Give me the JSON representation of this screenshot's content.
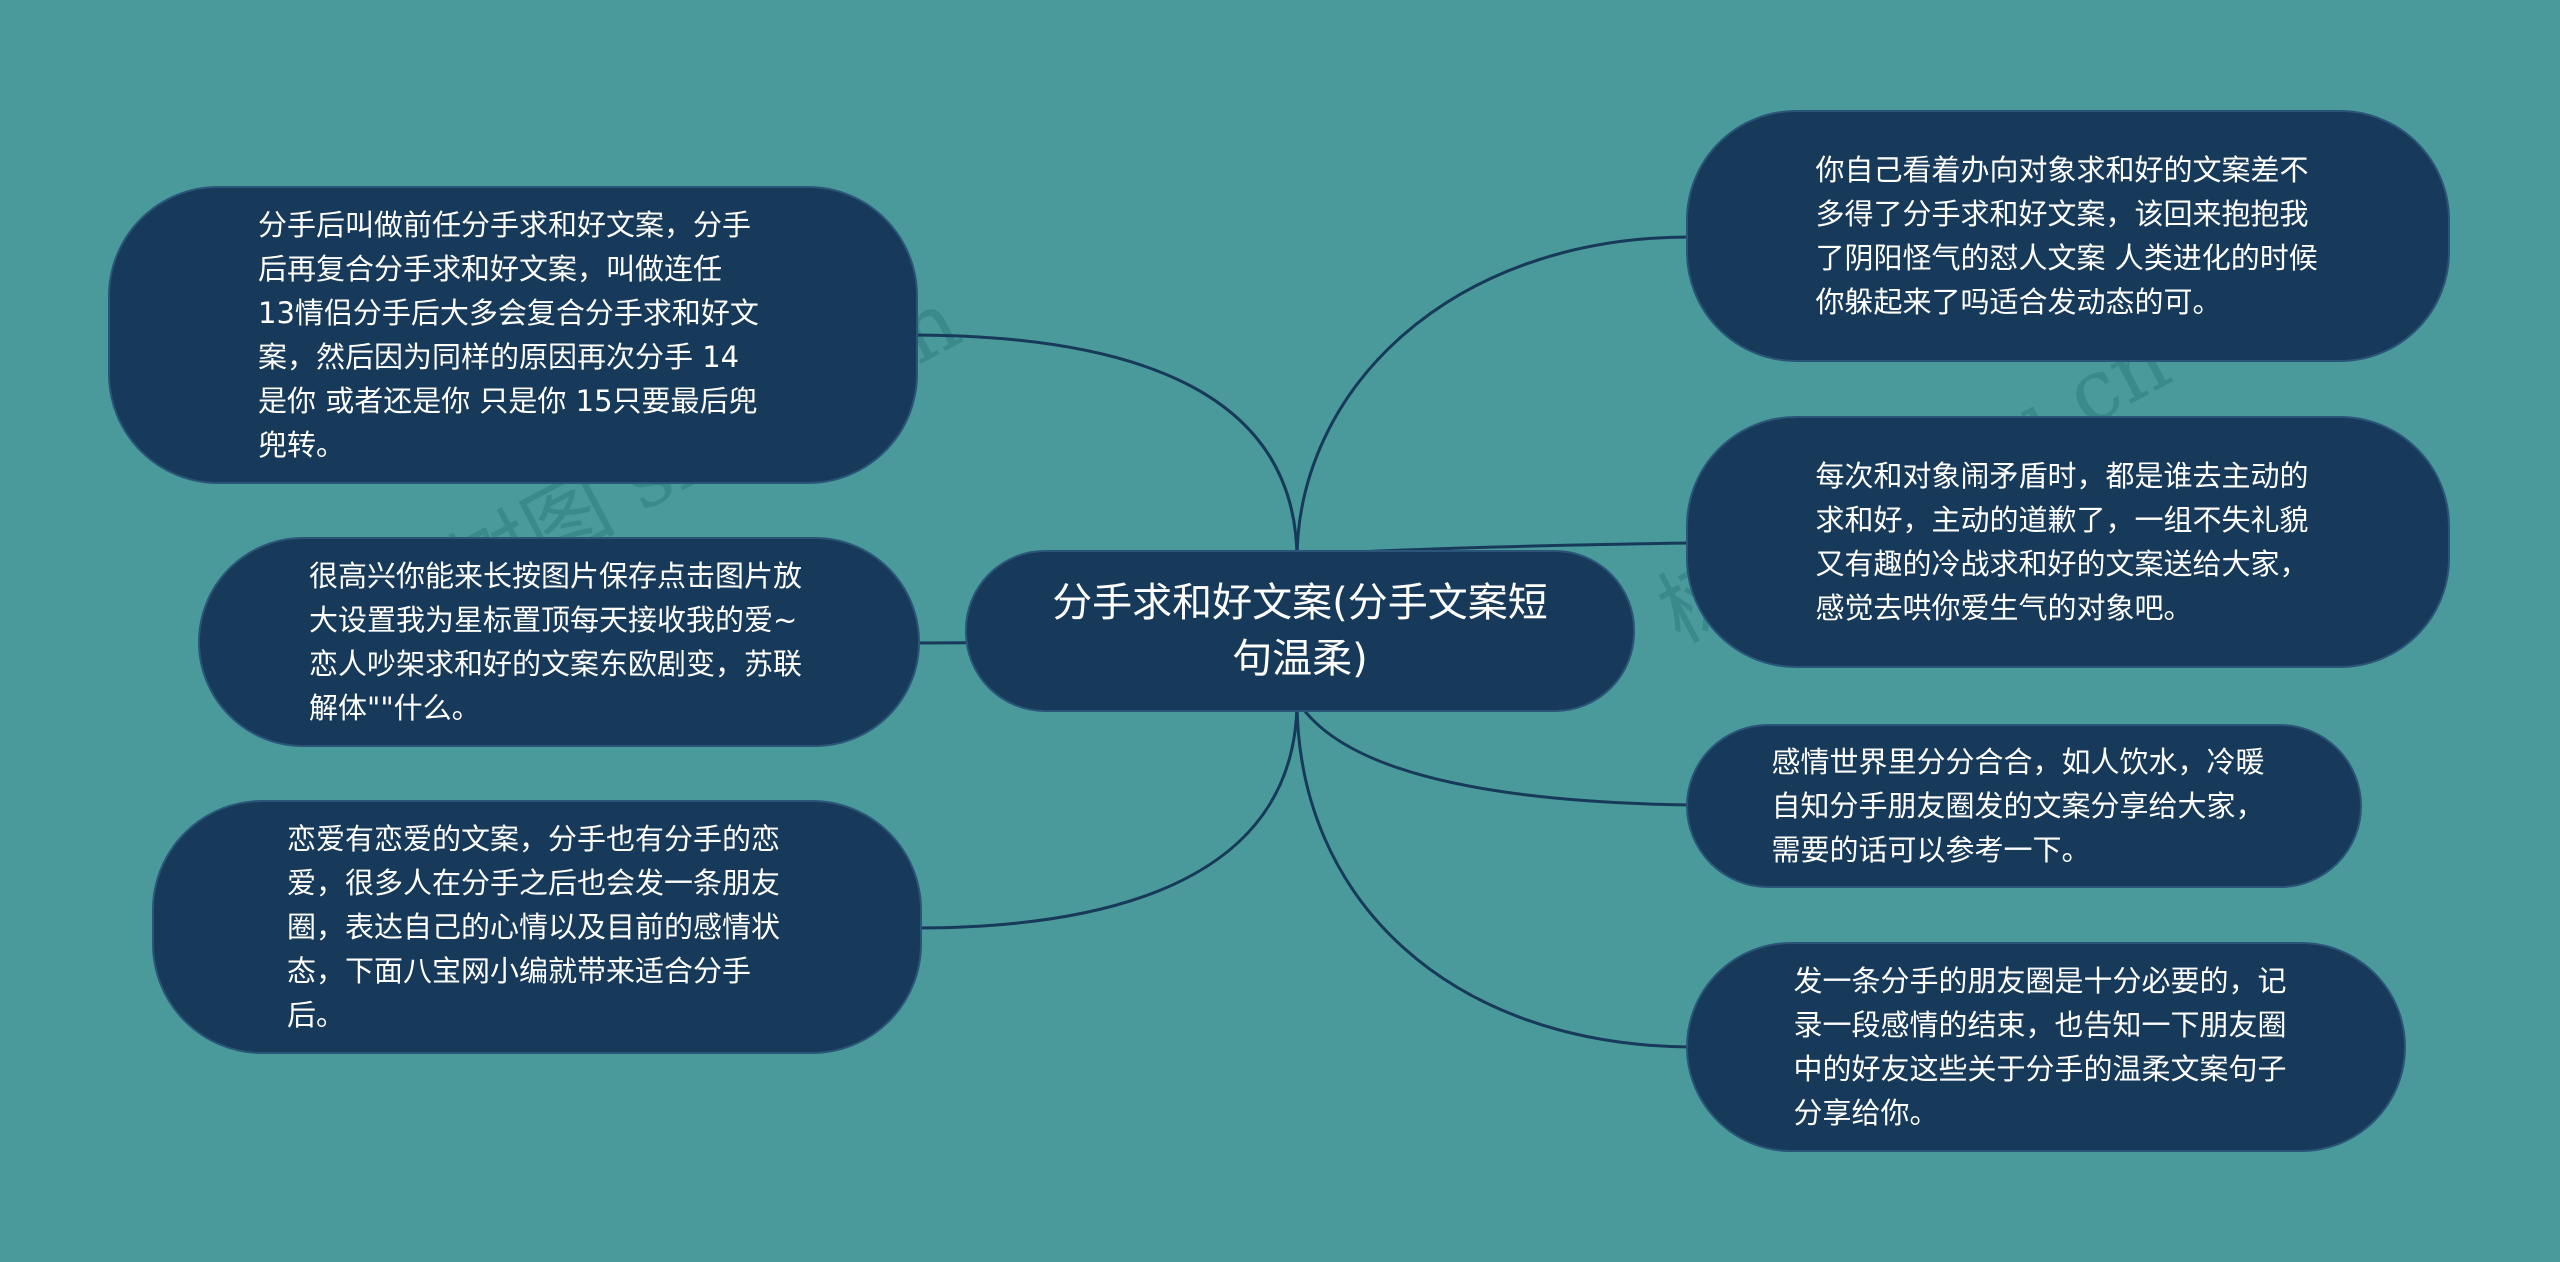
{
  "colors": {
    "background": "#4a9a9b",
    "node_fill": "#173a5a",
    "connector": "#173a5a",
    "text": "#ffffff"
  },
  "watermark": "树图 shutu.cn",
  "root": {
    "text": "分手求和好文案(分手文案短句温柔)"
  },
  "left_nodes": [
    {
      "text": "分手后叫做前任分手求和好文案，分手后再复合分手求和好文案，叫做连任 13情侣分手后大多会复合分手求和好文案，然后因为同样的原因再次分手 14是你 或者还是你 只是你 15只要最后兜兜转。"
    },
    {
      "text": "很高兴你能来长按图片保存点击图片放大设置我为星标置顶每天接收我的爱~恋人吵架求和好的文案东欧剧变，苏联解体\"\"什么。"
    },
    {
      "text": "恋爱有恋爱的文案，分手也有分手的恋爱，很多人在分手之后也会发一条朋友圈，表达自己的心情以及目前的感情状态，下面八宝网小编就带来适合分手后。"
    }
  ],
  "right_nodes": [
    {
      "text": "你自己看着办向对象求和好的文案差不多得了分手求和好文案，该回来抱抱我了阴阳怪气的怼人文案 人类进化的时候你躲起来了吗适合发动态的可。"
    },
    {
      "text": "每次和对象闹矛盾时，都是谁去主动的求和好，主动的道歉了，一组不失礼貌又有趣的冷战求和好的文案送给大家，感觉去哄你爱生气的对象吧。"
    },
    {
      "text": "感情世界里分分合合，如人饮水，冷暖自知分手朋友圈发的文案分享给大家，需要的话可以参考一下。"
    },
    {
      "text": "发一条分手的朋友圈是十分必要的，记录一段感情的结束，也告知一下朋友圈中的好友这些关于分手的温柔文案句子分享给你。"
    }
  ]
}
